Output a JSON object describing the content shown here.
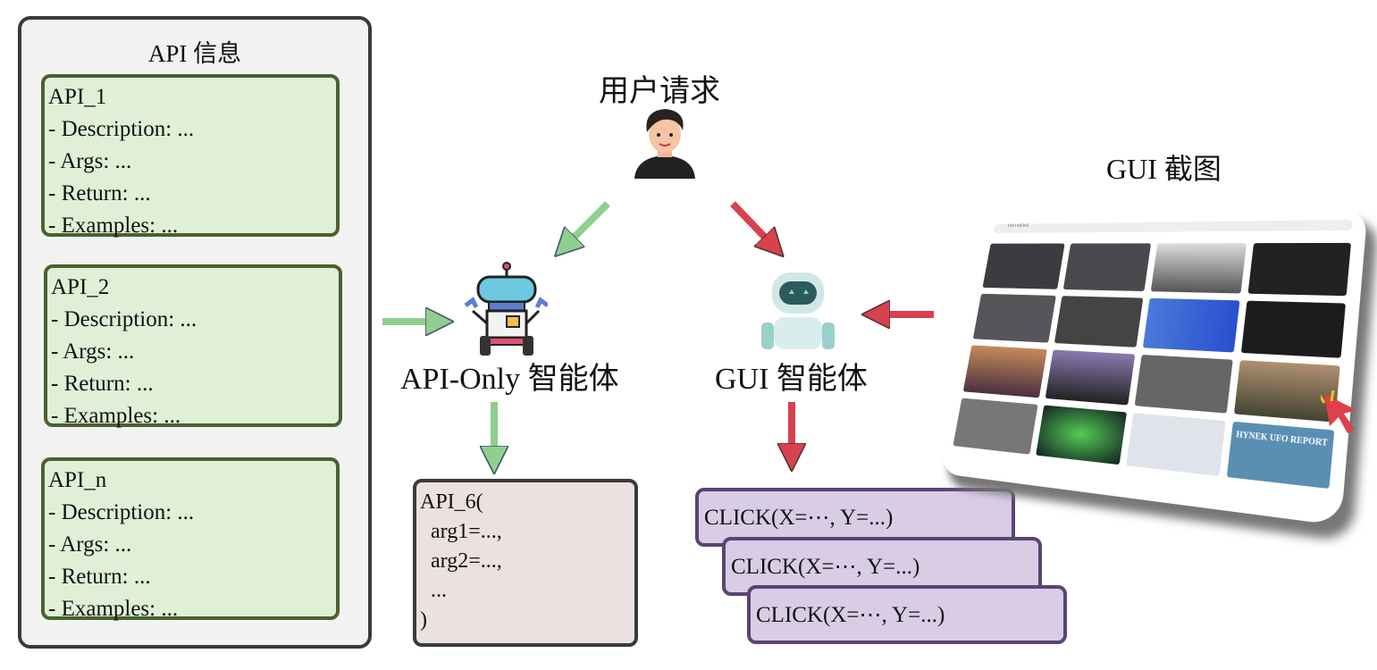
{
  "api_panel": {
    "title": "API 信息",
    "items": [
      {
        "name": "API_1",
        "lines": [
          "- Description: ...",
          "- Args: ...",
          "- Return: ...",
          "- Examples: ..."
        ]
      },
      {
        "name": "API_2",
        "lines": [
          "- Description: ...",
          "- Args: ...",
          "- Return: ...",
          "- Examples: ..."
        ]
      },
      {
        "name": "API_n",
        "lines": [
          "- Description: ...",
          "- Args: ...",
          "- Return: ...",
          "- Examples: ..."
        ]
      }
    ]
  },
  "user_request": "用户请求",
  "api_agent_label": "API-Only 智能体",
  "gui_agent_label": "GUI 智能体",
  "gui_screenshot_label": "GUI 截图",
  "api_call": "API_6(\n  arg1=...,\n  arg2=...,\n  ...\n)",
  "gui_actions": [
    "CLICK(X=⋯, Y=...)",
    "CLICK(X=⋯, Y=...)",
    "CLICK(X=⋯, Y=...)"
  ],
  "screenshot": {
    "search_query": "UFO NEWS",
    "book_title": "HYNEK UFO REPORT"
  },
  "colors": {
    "green_arrow": "#8fcf8f",
    "red_arrow": "#d8424e",
    "api_box": "#dff0d6",
    "action_box": "#d9cde6"
  }
}
